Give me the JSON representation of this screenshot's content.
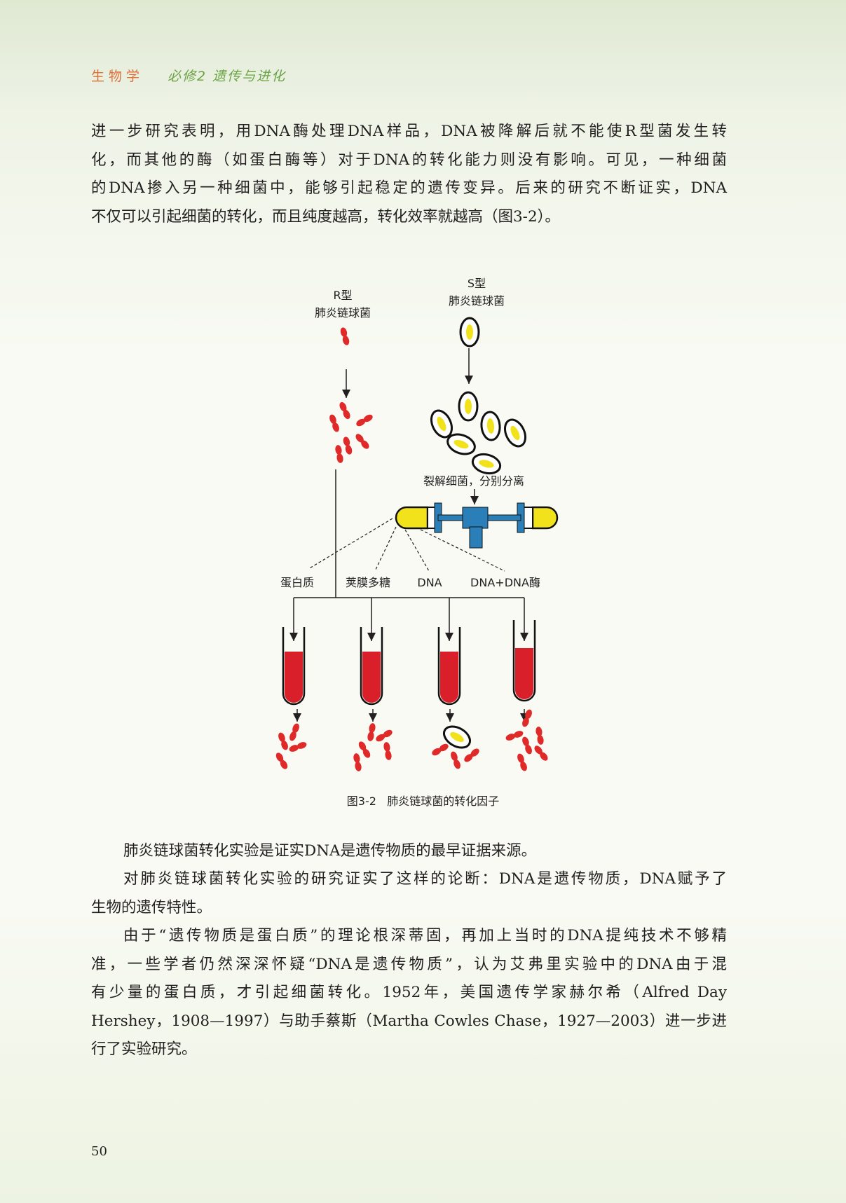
{
  "header": {
    "subject": "生物学",
    "book": "必修2  遗传与进化"
  },
  "paragraph1": [
    "进一步研究表明，用DNA酶处理DNA样品，DNA被降解后就不能使R型菌发生转",
    "化，而其他的酶（如蛋白酶等）对于DNA的转化能力则没有影响。可见，一种细菌",
    "的DNA掺入另一种细菌中，能够引起稳定的遗传变异。后来的研究不断证实，DNA",
    "不仅可以引起细菌的转化，而且纯度越高，转化效率就越高（图3-2）。"
  ],
  "figure": {
    "r_label": [
      "R型",
      "肺炎链球菌"
    ],
    "s_label": [
      "S型",
      "肺炎链球菌"
    ],
    "lyse_label": "裂解细菌，分别分离",
    "components": [
      "蛋白质",
      "荚膜多糖",
      "DNA",
      "DNA+DNA酶"
    ],
    "caption_num": "图3-2",
    "caption_text": "肺炎链球菌的转化因子",
    "colors": {
      "r_bacteria": "#e02a2a",
      "s_capsule": "#f2e21c",
      "centrifuge": "#2b7fb8",
      "tube": "#d9202a"
    }
  },
  "paragraph2": [
    "肺炎链球菌转化实验是证实DNA是遗传物质的最早证据来源。"
  ],
  "paragraph3": [
    "对肺炎链球菌转化实验的研究证实了这样的论断：DNA是遗传物质，DNA赋予了",
    "生物的遗传特性。"
  ],
  "paragraph4": [
    "由于“遗传物质是蛋白质”的理论根深蒂固，再加上当时的DNA提纯技术不够精",
    "准，一些学者仍然深深怀疑“DNA是遗传物质”，认为艾弗里实验中的DNA由于混",
    "有少量的蛋白质，才引起细菌转化。1952年，美国遗传学家赫尔希（Alfred Day",
    "Hershey，1908—1997）与助手蔡斯（Martha Cowles Chase，1927—2003）进一步进",
    "行了实验研究。"
  ],
  "page_number": "50"
}
